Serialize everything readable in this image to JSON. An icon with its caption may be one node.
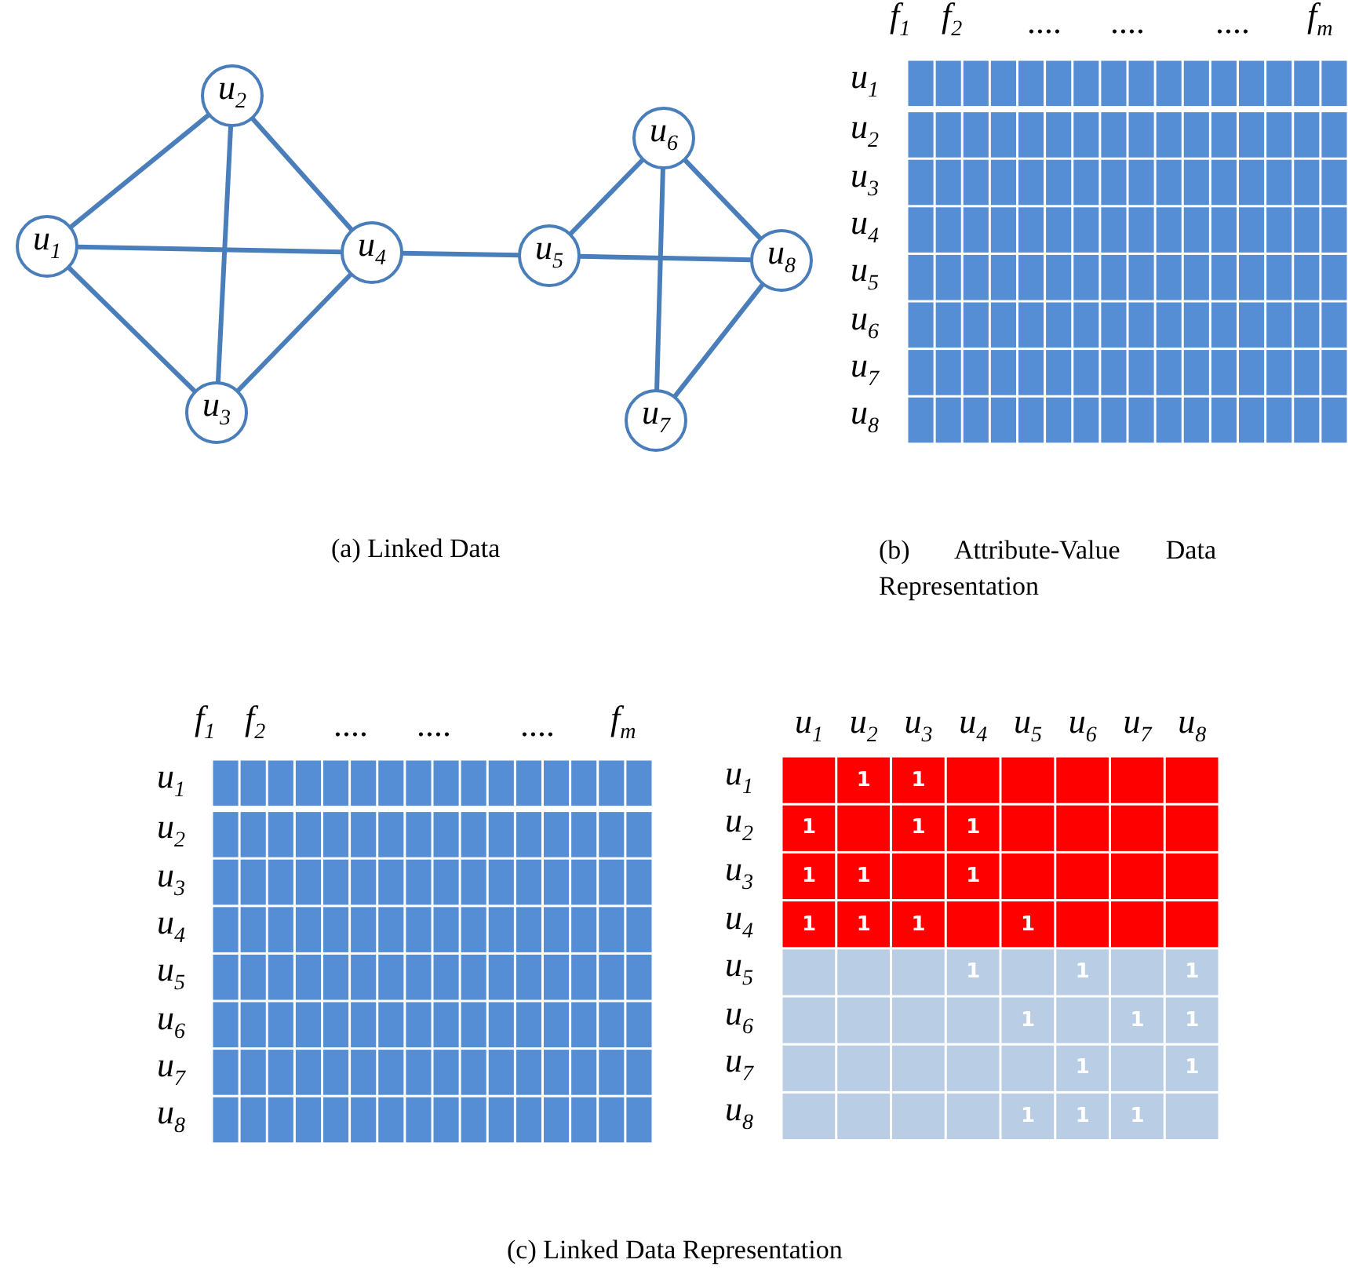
{
  "diagram": {
    "nodes": [
      {
        "text": [
          "u$_{1}$"
        ]
      },
      {
        "text": [
          "u$_{2}$"
        ]
      },
      {
        "text": [
          "u$_{3}$"
        ]
      },
      {
        "text": [
          "u$_{4}$"
        ]
      },
      {
        "text": [
          "u$_{5}$"
        ]
      },
      {
        "text": [
          "u$_{6}$"
        ]
      },
      {
        "text": [
          "u$_{7}$"
        ]
      },
      {
        "text": [
          "u$_{8}$"
        ]
      }
    ],
    "edges": [
      {
        "from": 0,
        "to": 1,
        "arrow": "none"
      },
      {
        "from": 0,
        "to": 3,
        "arrow": "none"
      },
      {
        "from": 0,
        "to": 2,
        "arrow": "none"
      },
      {
        "from": 1,
        "to": 3,
        "arrow": "none"
      },
      {
        "from": 1,
        "to": 2,
        "arrow": "none"
      },
      {
        "from": 2,
        "to": 3,
        "arrow": "none"
      },
      {
        "from": 3,
        "to": 4,
        "arrow": "none"
      },
      {
        "from": 4,
        "to": 5,
        "arrow": "none"
      },
      {
        "from": 4,
        "to": 7,
        "arrow": "none"
      },
      {
        "from": 5,
        "to": 7,
        "arrow": "none"
      },
      {
        "from": 5,
        "to": 6,
        "arrow": "none"
      },
      {
        "from": 6,
        "to": 7,
        "arrow": "none"
      }
    ],
    "labels": [
      "f$_{1}$",
      "f$_{2}$",
      "....",
      "....",
      "....",
      "f$_{m}$",
      "u$_{1}$",
      "u$_{2}$",
      "u$_{3}$",
      "u$_{4}$",
      "u$_{5}$",
      "u$_{6}$",
      "u$_{7}$",
      "u$_{8}$",
      "(a) Linked Data",
      "(b) Attribute-Value Data Representation",
      "f$_{1}$",
      "f$_{2}$",
      "....",
      "....",
      "....",
      "f$_{m}$",
      "u$_{1}$",
      "u$_{2}$",
      "u$_{3}$",
      "u$_{4}$",
      "u$_{5}$",
      "u$_{6}$",
      "u$_{7}$",
      "u$_{8}$",
      "u$_{1}$",
      "u$_{2}$",
      "u$_{3}$",
      "u$_{4}$",
      "u$_{5}$",
      "u$_{6}$",
      "u$_{7}$",
      "u$_{8}$",
      "u$_{1}$",
      "1",
      "1",
      "u$_{2}$",
      "1",
      "1",
      "1",
      "u$_{3}$",
      "1",
      "1",
      "1",
      "u$_{4}$",
      "1",
      "1",
      "1",
      "1",
      "u$_{5}$",
      "1",
      "1",
      "1",
      "u$_{6}$",
      "1",
      "1",
      "1",
      "u$_{7}$",
      "1",
      "1",
      "u$_{8}$",
      "1",
      "1",
      "1",
      "(c) Linked Data Representation"
    ]
  }
}
